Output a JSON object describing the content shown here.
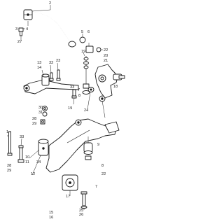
{
  "diagram": {
    "callouts": [
      "2",
      "3",
      "4",
      "27",
      "5",
      "6",
      "22",
      "13",
      "14",
      "32",
      "23",
      "19",
      "7",
      "8",
      "20",
      "21",
      "18",
      "33",
      "24",
      "1",
      "30",
      "31",
      "28",
      "29",
      "10",
      "11",
      "34",
      "12",
      "9",
      "17",
      "25",
      "26",
      "15",
      "16"
    ]
  }
}
